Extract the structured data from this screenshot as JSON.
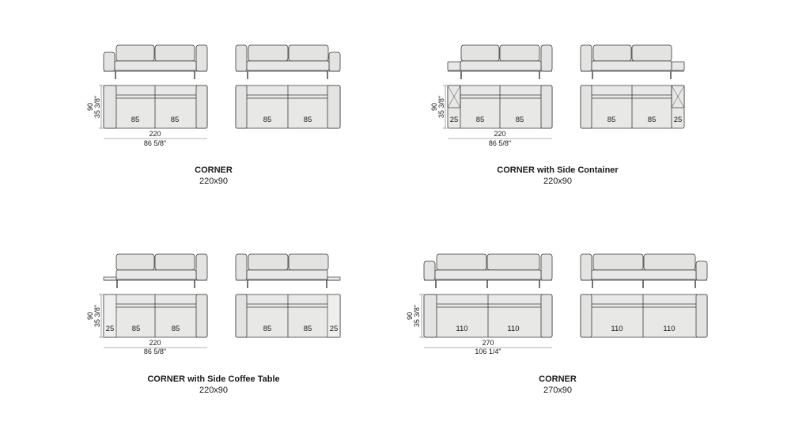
{
  "panels": [
    {
      "title": "CORNER",
      "size": "220x90",
      "depth_cm": "90",
      "depth_in": "35 3/8\"",
      "width_cm": "220",
      "width_in": "86 5/8\"",
      "left_seats": [
        "85",
        "85"
      ],
      "right_seats": [
        "85",
        "85"
      ],
      "left_extra": "",
      "right_extra": ""
    },
    {
      "title": "CORNER with Side Container",
      "size": "220x90",
      "depth_cm": "90",
      "depth_in": "35 3/8\"",
      "width_cm": "220",
      "width_in": "86 5/8\"",
      "left_seats": [
        "85",
        "85"
      ],
      "right_seats": [
        "85",
        "85"
      ],
      "left_extra": "25",
      "right_extra": "25"
    },
    {
      "title": "CORNER with Side Coffee Table",
      "size": "220x90",
      "depth_cm": "90",
      "depth_in": "35 3/8\"",
      "width_cm": "220",
      "width_in": "86 5/8\"",
      "left_seats": [
        "85",
        "85"
      ],
      "right_seats": [
        "85",
        "85"
      ],
      "left_extra": "25",
      "right_extra": "25"
    },
    {
      "title": "CORNER",
      "size": "270x90",
      "depth_cm": "90",
      "depth_in": "35 3/8\"",
      "width_cm": "270",
      "width_in": "106 1/4\"",
      "left_seats": [
        "110",
        "110"
      ],
      "right_seats": [
        "110",
        "110"
      ],
      "left_extra": "",
      "right_extra": ""
    }
  ]
}
